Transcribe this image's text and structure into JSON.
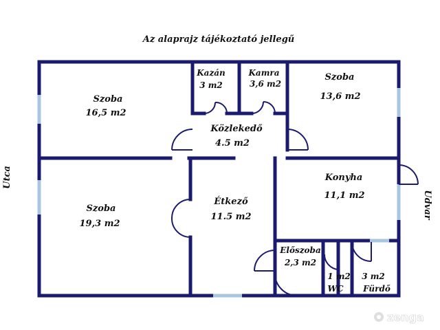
{
  "title": "Az alaprajz tájékoztató jellegű",
  "side_labels": {
    "left": "Utca",
    "right": "Udvar"
  },
  "rooms": [
    {
      "name": "Szoba",
      "area": "16,5 m2"
    },
    {
      "name": "Kazán",
      "area": "3 m2"
    },
    {
      "name": "Kamra",
      "area": "3,6 m2"
    },
    {
      "name": "Szoba",
      "area": "13,6 m2"
    },
    {
      "name": "Közlekedő",
      "area": "4.5 m2"
    },
    {
      "name": "Szoba",
      "area": "19,3 m2"
    },
    {
      "name": "Étkező",
      "area": "11.5 m2"
    },
    {
      "name": "Konyha",
      "area": "11,1 m2"
    },
    {
      "name": "Előszoba",
      "area": "2,3 m2"
    },
    {
      "name": "WC",
      "area": "1 m2"
    },
    {
      "name": "Fürdő",
      "area": "3 m2"
    }
  ],
  "watermark": {
    "text": "zenga"
  },
  "colors": {
    "wall": "#1a1a6e",
    "window": "#a9c6e0",
    "door": "#1a1a6e",
    "background": "#ffffff"
  }
}
